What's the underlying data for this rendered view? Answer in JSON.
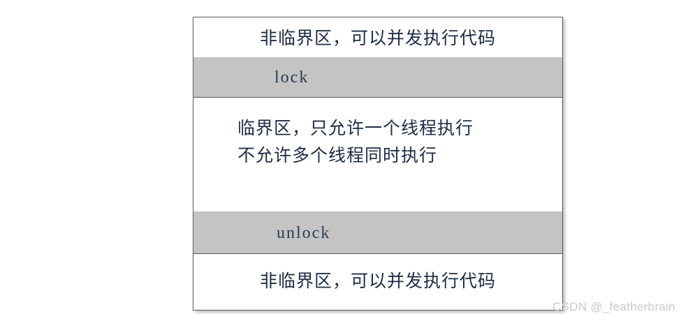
{
  "diagram": {
    "type": "mutex-critical-section-flow",
    "title": "",
    "colors": {
      "canvas_background": "#ffffff",
      "box_background": "#ffffff",
      "band_gray": "#c4c4c4",
      "border": "#5a5a5a",
      "text": "#1e2c44",
      "watermark": "#c9c9c9"
    },
    "bands": [
      {
        "id": "noncritical-top",
        "kind": "white",
        "align": "center",
        "label": "非临界区，可以并发执行代码"
      },
      {
        "id": "lock",
        "kind": "gray",
        "align": "left",
        "label": "lock"
      },
      {
        "id": "critical",
        "kind": "white",
        "align": "left",
        "line1": "临界区，只允许一个线程执行",
        "line2": "不允许多个线程同时执行"
      },
      {
        "id": "unlock",
        "kind": "gray",
        "align": "left",
        "label": "unlock"
      },
      {
        "id": "noncritical-bottom",
        "kind": "white",
        "align": "center",
        "label": "非临界区，可以并发执行代码"
      }
    ]
  },
  "watermark": {
    "text": "CSDN @_featherbrain"
  }
}
